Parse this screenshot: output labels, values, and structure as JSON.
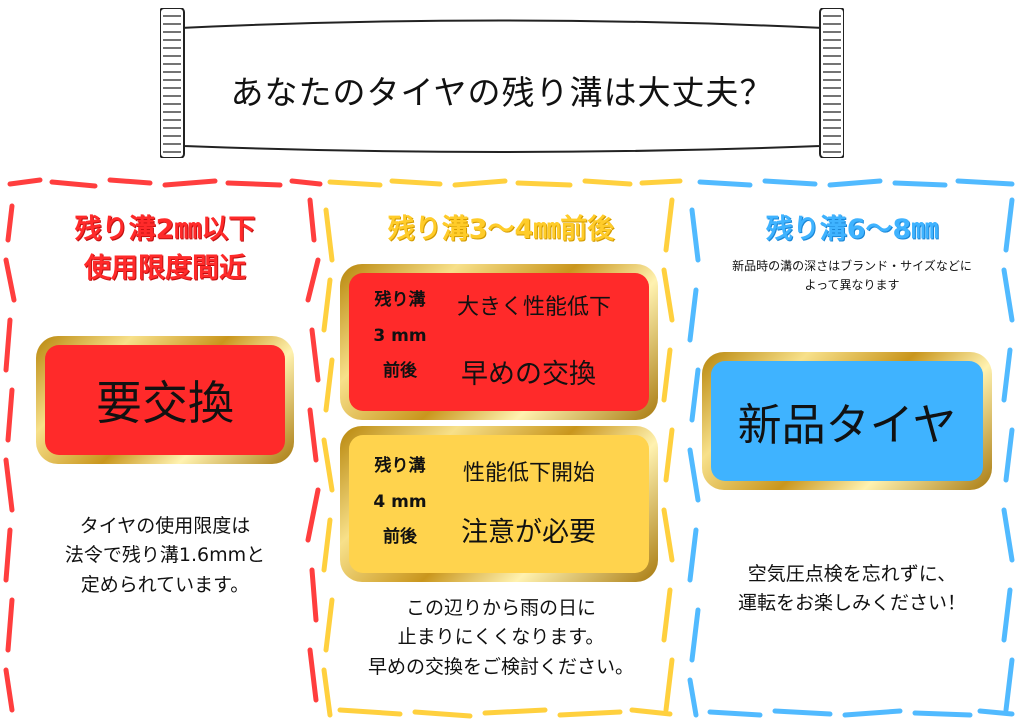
{
  "banner": {
    "title": "あなたのタイヤの残り溝は大丈夫？"
  },
  "colors": {
    "red": "#ff2a2a",
    "yellow": "#ffcc2a",
    "blue": "#3fb3ff",
    "gold": "#c9961d"
  },
  "left": {
    "heading_line1": "残り溝2㎜以下",
    "heading_line2": "使用限度間近",
    "box_label": "要交換",
    "note_line1": "タイヤの使用限度は",
    "note_line2": "法令で残り溝1.6mmと",
    "note_line3": "定められています。"
  },
  "middle": {
    "heading": "残り溝3～4㎜前後",
    "box1": {
      "side1": "残り溝",
      "side2": "3 mm",
      "side3": "前後",
      "main1": "大きく性能低下",
      "main2": "早めの交換"
    },
    "box2": {
      "side1": "残り溝",
      "side2": "4 mm",
      "side3": "前後",
      "main1": "性能低下開始",
      "main2": "注意が必要"
    },
    "note_line1": "この辺りから雨の日に",
    "note_line2": "止まりにくくなります。",
    "note_line3": "早めの交換をご検討ください。"
  },
  "right": {
    "heading": "残り溝6～8㎜",
    "sub_line1": "新品時の溝の深さはブランド・サイズなどに",
    "sub_line2": "よって異なります",
    "box_label": "新品タイヤ",
    "note_line1": "空気圧点検を忘れずに、",
    "note_line2": "運転をお楽しみください！"
  }
}
